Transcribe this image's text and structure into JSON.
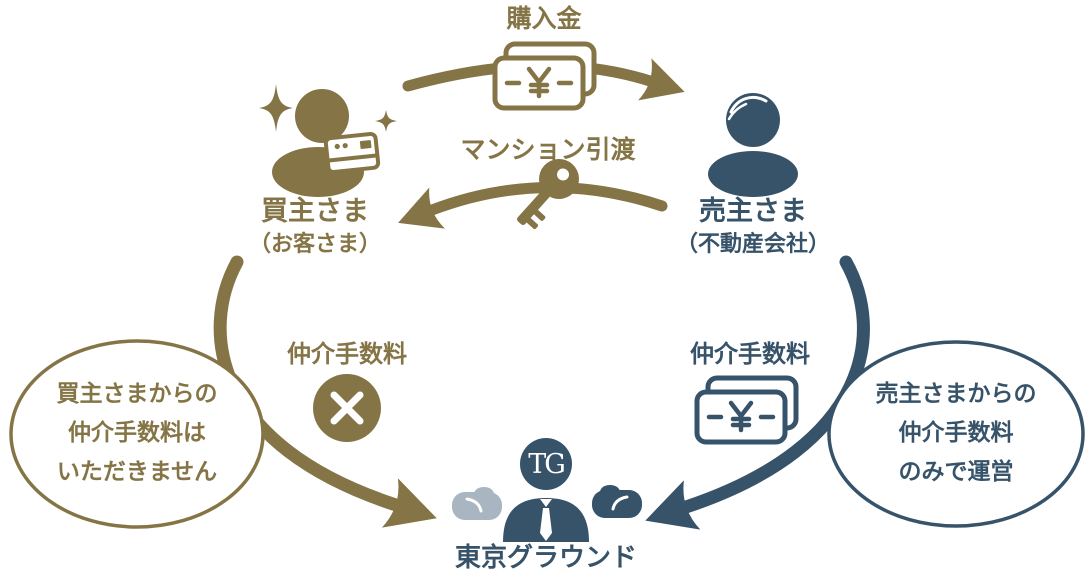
{
  "colors": {
    "gold": "#857546",
    "navy": "#37536A",
    "slate": "#A9B5C1"
  },
  "flows": {
    "purchase": {
      "label": "購入金",
      "icon": "yen-banknote-icon",
      "direction": "buyer-to-seller"
    },
    "handover": {
      "label": "マンション引渡",
      "icon": "key-icon",
      "direction": "seller-to-buyer"
    },
    "buyer_fee": {
      "label": "仲介手数料",
      "icon": "no-fee-cross-icon",
      "direction": "buyer-to-company"
    },
    "seller_fee": {
      "label": "仲介手数料",
      "icon": "yen-banknote-icon",
      "direction": "seller-to-company"
    }
  },
  "actors": {
    "buyer": {
      "title": "買主さま",
      "subtitle": "（お客さま）",
      "icon": "buyer-person-card-icon"
    },
    "seller": {
      "title": "売主さま",
      "subtitle": "（不動産会社）",
      "icon": "seller-person-icon"
    },
    "company": {
      "name": "東京グラウンド",
      "logo_text": "TG",
      "icon": "tg-mascot-icon"
    }
  },
  "bubbles": {
    "left": {
      "lines": [
        "買主さまからの",
        "仲介手数料は",
        "いただきません"
      ]
    },
    "right": {
      "lines": [
        "売主さまからの",
        "仲介手数料",
        "のみで運営"
      ]
    }
  }
}
